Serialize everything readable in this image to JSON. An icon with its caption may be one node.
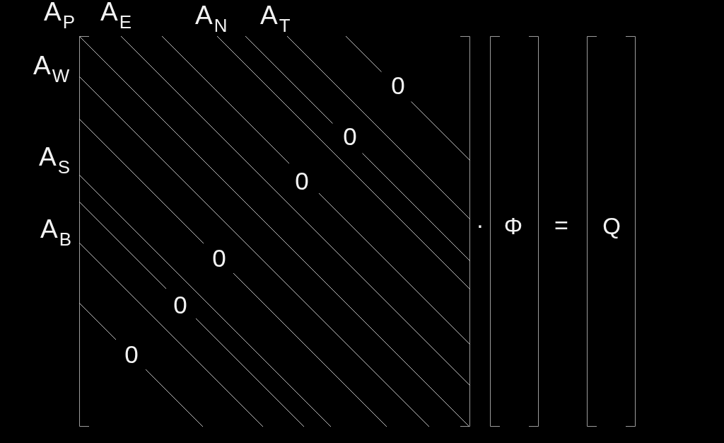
{
  "diagram": {
    "nodes": [
      {
        "text": [
          "0",
          "0",
          "0",
          "0",
          "0",
          "0"
        ],
        "beside": [
          "A$_{P}$",
          "A$_{E}$",
          "A$_{N}$",
          "A$_{T}$",
          "A$_{W}$",
          "A$_{S}$",
          "A$_{B}$"
        ]
      },
      {
        "text": [
          "Φ"
        ]
      },
      {
        "text": [
          "Q"
        ]
      }
    ],
    "labels": [
      "·",
      "="
    ]
  }
}
